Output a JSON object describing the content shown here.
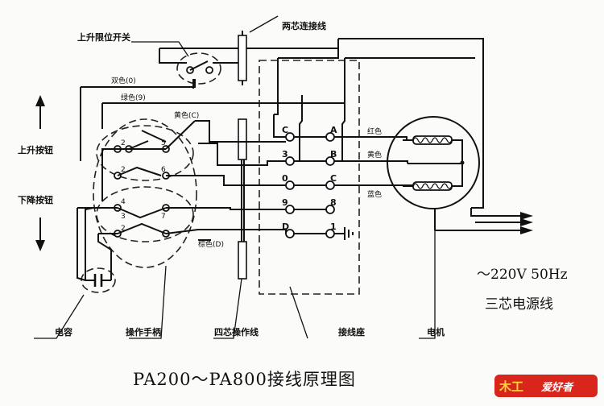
{
  "title": "PA200～PA800接线原理图",
  "labels": {
    "two_core_cable": "两芯连接线",
    "upper_limit_switch": "上升限位开关",
    "double_color": "双色(0)",
    "brown_color": "绿色(9)",
    "yellow_c": "黄色(C)",
    "up_button": "上升按钮",
    "down_button": "下降按钮",
    "black_d": "棕色(D)",
    "red": "红色",
    "yellow": "黄色",
    "blue": "蓝色",
    "capacitor": "电容",
    "handle": "操作手柄",
    "four_core_cable": "四芯操作线",
    "terminal_block": "接线座",
    "motor": "电机",
    "power_spec": "～220V  50Hz",
    "power_cable": "三芯电源线"
  },
  "terminals": {
    "left_column": [
      "C",
      "3",
      "0",
      "9",
      "D"
    ],
    "right_column": [
      "A",
      "B",
      "C",
      "8",
      "1"
    ],
    "handle_up": [
      "2",
      "5",
      "2",
      "6"
    ],
    "handle_down": [
      "4",
      "3",
      "7",
      "2"
    ]
  },
  "logo": {
    "mark": "木工",
    "text": "爱好者",
    "color_bg": "#d9261c",
    "color_text": "#ffd23a"
  }
}
